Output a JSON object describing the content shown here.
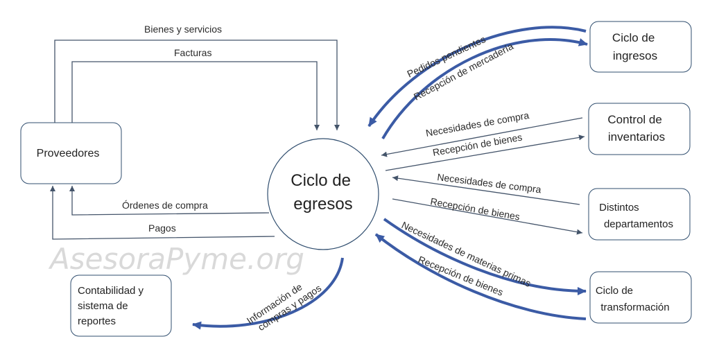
{
  "watermark": "AsesoraPyme.org",
  "nodes": {
    "center": [
      "Ciclo de",
      "egresos"
    ],
    "proveedores": "Proveedores",
    "ciclo_ingresos": [
      "Ciclo de",
      "ingresos"
    ],
    "control_inventarios": [
      "Control de",
      "inventarios"
    ],
    "distintos_departamentos": [
      "Distintos",
      "departamentos"
    ],
    "ciclo_transformacion": [
      "Ciclo de",
      "transformación"
    ],
    "contabilidad": [
      "Contabilidad y",
      "sistema de",
      "reportes"
    ]
  },
  "flows": {
    "bienes_servicios": "Bienes y servicios",
    "facturas": "Facturas",
    "ordenes_compra": "Órdenes de compra",
    "pagos": "Pagos",
    "pedidos_pendientes": "Pedidos pendientes",
    "recepcion_mercaderia": "Recepción de mercadería",
    "inv_necesidades": "Necesidades de compra",
    "inv_recepcion": "Recepción de bienes",
    "dep_necesidades": "Necesidades de compra",
    "dep_recepcion": "Recepción de bienes",
    "materias_primas": "Necesidades de materias primas",
    "trans_recepcion": "Recepción de bienes",
    "informacion": [
      "Información de",
      "compras y pagos"
    ]
  }
}
